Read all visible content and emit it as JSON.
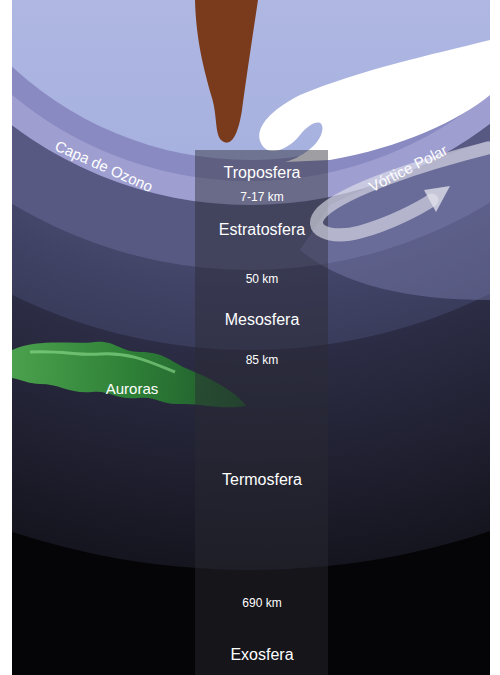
{
  "diagram": {
    "nodes": [
      {
        "text": [
          "Troposfera"
        ]
      },
      {
        "text": [
          "Estratosfera"
        ]
      },
      {
        "text": [
          "Mesosfera"
        ]
      },
      {
        "text": [
          "Termosfera"
        ]
      },
      {
        "text": [
          "Exosfera"
        ]
      }
    ],
    "labels": [
      "Capa de Ozono",
      "Vórtice Polar",
      "7-17 km",
      "50 km",
      "85 km",
      "Auroras",
      "690 km"
    ]
  }
}
